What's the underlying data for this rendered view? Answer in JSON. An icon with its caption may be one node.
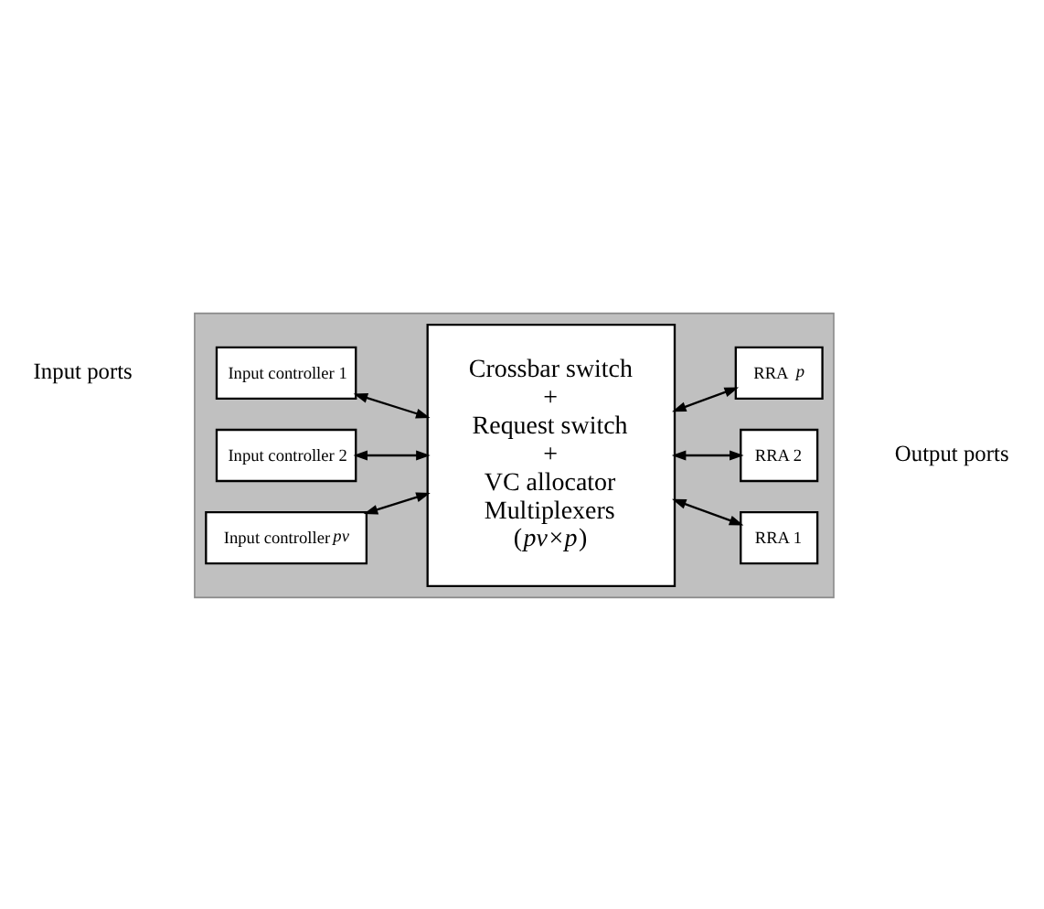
{
  "diagram": {
    "nodes": [
      {
        "text": [],
        "shape": "box"
      },
      {
        "text": [
          "Input controller 1"
        ],
        "in": 0
      },
      {
        "text": [
          "Input controller 2"
        ],
        "in": 0
      },
      {
        "text": [
          "Input controller *pv*"
        ],
        "in": 0
      },
      {
        "text": [
          "Crossbar switch",
          "+",
          "Request switch",
          "+",
          "VC allocator",
          "Multiplexers",
          "(*pv*×*p*)"
        ],
        "in": 0
      },
      {
        "text": [
          "RRA 1"
        ],
        "in": 0
      },
      {
        "text": [
          "RRA 2"
        ],
        "in": 0
      },
      {
        "text": [
          "RRA *p*"
        ],
        "in": 0
      }
    ],
    "edges": [
      {
        "from": 1,
        "to": 4,
        "arrow": "both"
      },
      {
        "from": 2,
        "to": 4,
        "arrow": "both"
      },
      {
        "from": 3,
        "to": 4,
        "arrow": "both"
      },
      {
        "from": 4,
        "to": 5,
        "arrow": "both"
      },
      {
        "from": 4,
        "to": 6,
        "arrow": "both"
      },
      {
        "from": 4,
        "to": 7,
        "arrow": "both"
      }
    ],
    "labels": [
      "Input ports",
      "Output ports"
    ]
  }
}
